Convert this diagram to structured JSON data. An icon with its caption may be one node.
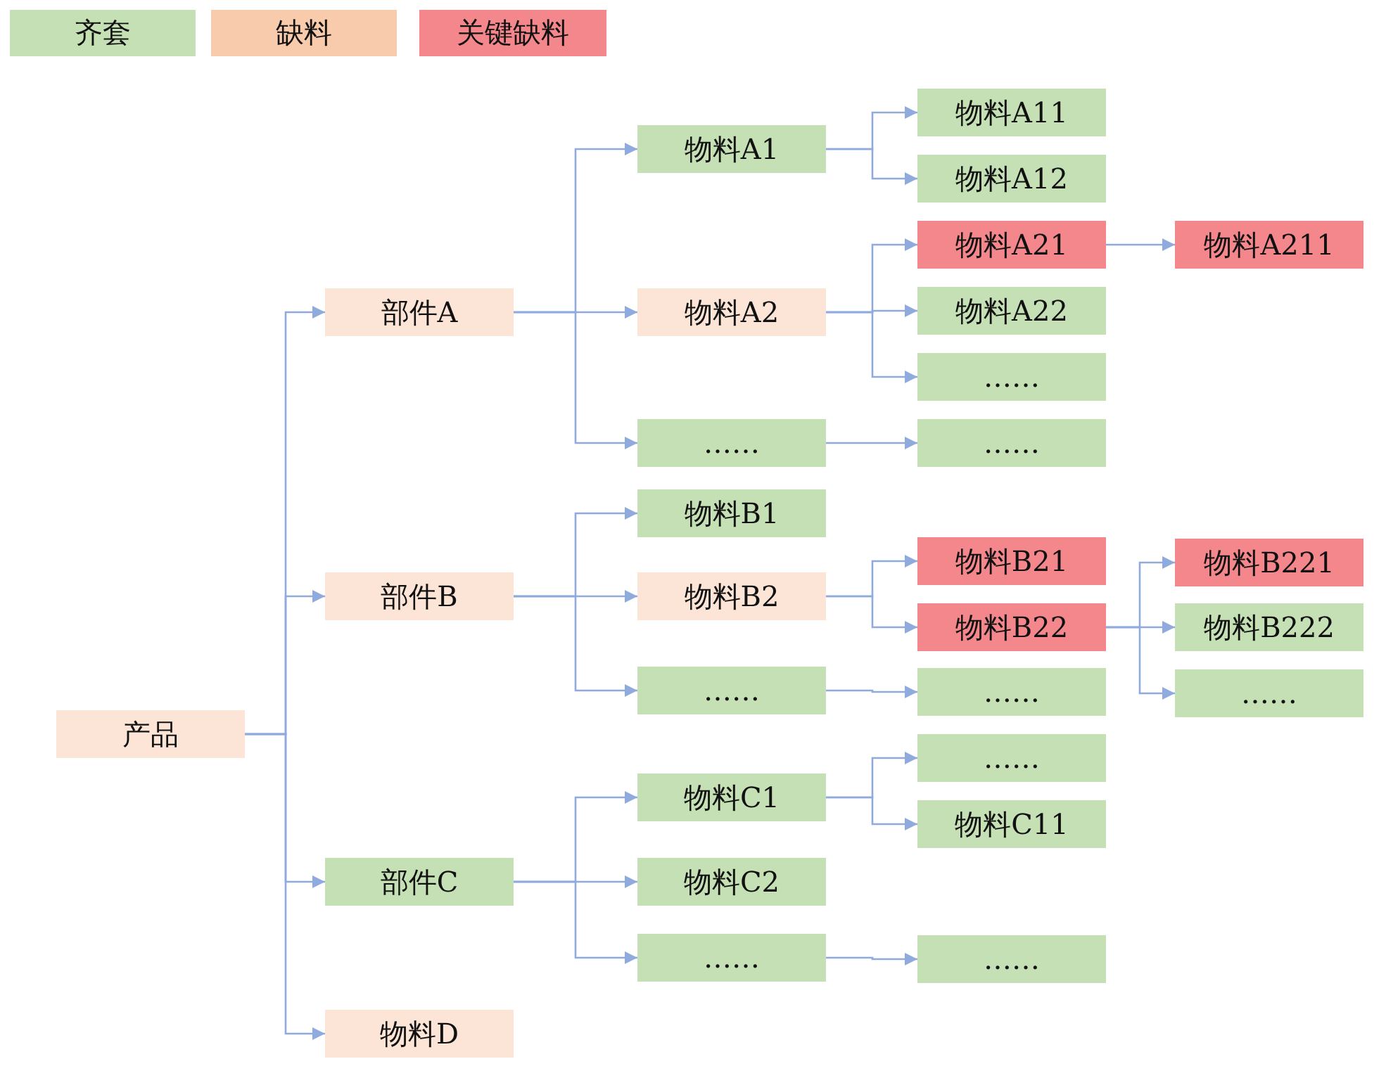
{
  "diagram": {
    "nodes": [
      {
        "text": [
          "产品"
        ]
      },
      {
        "text": [
          "部件A"
        ]
      },
      {
        "text": [
          "部件B"
        ]
      },
      {
        "text": [
          "部件C"
        ]
      },
      {
        "text": [
          "物料D"
        ]
      },
      {
        "text": [
          "物料A1"
        ]
      },
      {
        "text": [
          "物料A2"
        ]
      },
      {
        "text": [
          "……"
        ]
      },
      {
        "text": [
          "物料A11"
        ]
      },
      {
        "text": [
          "物料A12"
        ]
      },
      {
        "text": [
          "物料A21"
        ]
      },
      {
        "text": [
          "物料A22"
        ]
      },
      {
        "text": [
          "……"
        ]
      },
      {
        "text": [
          "……"
        ]
      },
      {
        "text": [
          "物料A211"
        ]
      },
      {
        "text": [
          "物料B1"
        ]
      },
      {
        "text": [
          "物料B2"
        ]
      },
      {
        "text": [
          "……"
        ]
      },
      {
        "text": [
          "物料B21"
        ]
      },
      {
        "text": [
          "物料B22"
        ]
      },
      {
        "text": [
          "……"
        ]
      },
      {
        "text": [
          "物料B221"
        ]
      },
      {
        "text": [
          "物料B222"
        ]
      },
      {
        "text": [
          "……"
        ]
      },
      {
        "text": [
          "物料C1"
        ]
      },
      {
        "text": [
          "物料C2"
        ]
      },
      {
        "text": [
          "……"
        ]
      },
      {
        "text": [
          "……"
        ]
      },
      {
        "text": [
          "物料C11"
        ]
      },
      {
        "text": [
          "……"
        ]
      }
    ],
    "edges": [
      {
        "from": 0,
        "to": 1,
        "arrow": "to"
      },
      {
        "from": 0,
        "to": 2,
        "arrow": "to"
      },
      {
        "from": 0,
        "to": 3,
        "arrow": "to"
      },
      {
        "from": 0,
        "to": 4,
        "arrow": "to"
      },
      {
        "from": 1,
        "to": 5,
        "arrow": "to"
      },
      {
        "from": 1,
        "to": 6,
        "arrow": "to"
      },
      {
        "from": 1,
        "to": 7,
        "arrow": "to"
      },
      {
        "from": 5,
        "to": 8,
        "arrow": "to"
      },
      {
        "from": 5,
        "to": 9,
        "arrow": "to"
      },
      {
        "from": 6,
        "to": 10,
        "arrow": "to"
      },
      {
        "from": 6,
        "to": 11,
        "arrow": "to"
      },
      {
        "from": 6,
        "to": 12,
        "arrow": "to"
      },
      {
        "from": 7,
        "to": 13,
        "arrow": "to"
      },
      {
        "from": 10,
        "to": 14,
        "arrow": "to"
      },
      {
        "from": 2,
        "to": 15,
        "arrow": "to"
      },
      {
        "from": 2,
        "to": 16,
        "arrow": "to"
      },
      {
        "from": 2,
        "to": 17,
        "arrow": "to"
      },
      {
        "from": 16,
        "to": 18,
        "arrow": "to"
      },
      {
        "from": 16,
        "to": 19,
        "arrow": "to"
      },
      {
        "from": 17,
        "to": 20,
        "arrow": "to"
      },
      {
        "from": 19,
        "to": 21,
        "arrow": "to"
      },
      {
        "from": 19,
        "to": 22,
        "arrow": "to"
      },
      {
        "from": 19,
        "to": 23,
        "arrow": "to"
      },
      {
        "from": 3,
        "to": 24,
        "arrow": "to"
      },
      {
        "from": 3,
        "to": 25,
        "arrow": "to"
      },
      {
        "from": 3,
        "to": 26,
        "arrow": "to"
      },
      {
        "from": 24,
        "to": 27,
        "arrow": "to"
      },
      {
        "from": 24,
        "to": 28,
        "arrow": "to"
      },
      {
        "from": 26,
        "to": 29,
        "arrow": "to"
      }
    ],
    "legend": [
      {
        "text": "齐套",
        "color": "#c5e0b4"
      },
      {
        "text": "缺料",
        "color": "#f8cbad"
      },
      {
        "text": "关键缺料",
        "color": "#f4878b"
      }
    ]
  }
}
